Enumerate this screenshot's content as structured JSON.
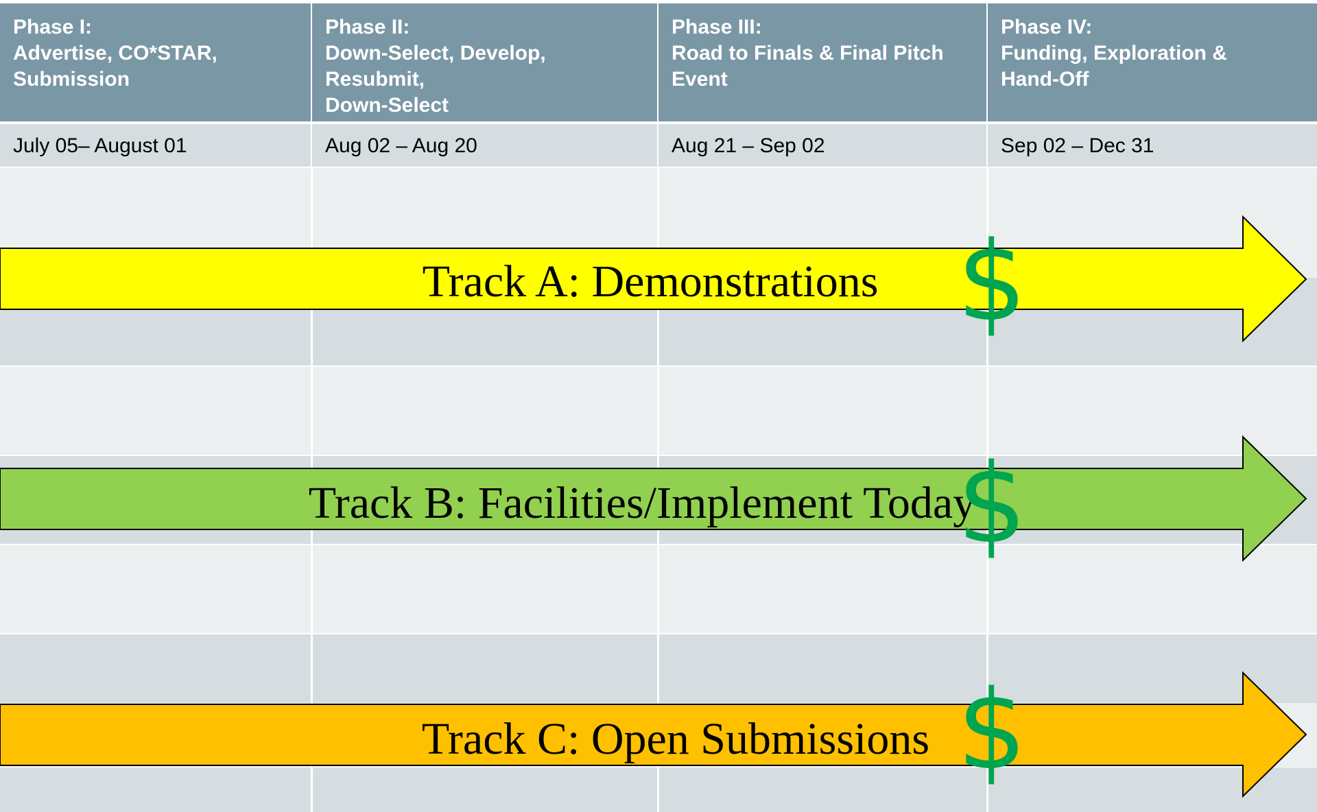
{
  "phases": [
    {
      "label": "Phase I:",
      "title": "Advertise, CO*STAR,\nSubmission",
      "dates": "July 05– August 01"
    },
    {
      "label": "Phase II:",
      "title": "Down-Select, Develop,\nResubmit,\nDown-Select",
      "dates": "Aug 02 – Aug 20"
    },
    {
      "label": "Phase III:",
      "title": "Road to Finals & Final Pitch\nEvent",
      "dates": "Aug 21 – Sep 02"
    },
    {
      "label": "Phase IV:",
      "title": "Funding, Exploration &\nHand-Off",
      "dates": "Sep 02 – Dec 31"
    }
  ],
  "tracks": [
    {
      "label": "Track A: Demonstrations",
      "color": "#ffff00",
      "marker": "$"
    },
    {
      "label": "Track B: Facilities/Implement Today",
      "color": "#92d050",
      "marker": "$"
    },
    {
      "label": "Track C: Open Submissions",
      "color": "#ffc000",
      "marker": "$"
    }
  ],
  "colors": {
    "header": "#7a97a5",
    "band_dark": "#d5dde1",
    "band_light": "#ebeff0",
    "marker": "#00a54f",
    "divider": "#ffffff"
  }
}
